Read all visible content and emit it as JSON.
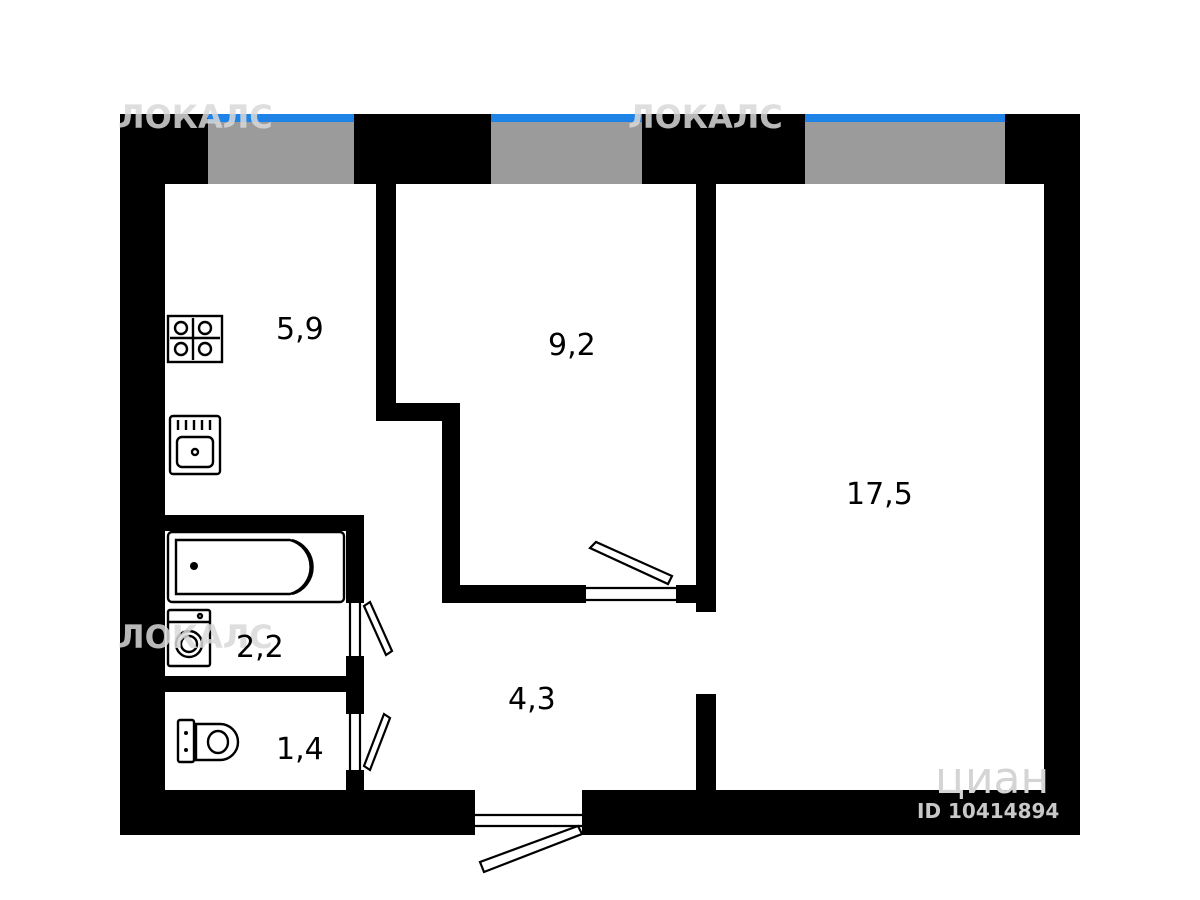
{
  "rooms": {
    "kitchen": {
      "area": "5,9"
    },
    "small_room": {
      "area": "9,2"
    },
    "large_room": {
      "area": "17,5"
    },
    "bathroom": {
      "area": "2,2"
    },
    "toilet": {
      "area": "1,4"
    },
    "hallway": {
      "area": "4,3"
    }
  },
  "watermarks": {
    "lokals": "ЛОКАЛС",
    "cian": "циан",
    "listing_id": "ID 10414894"
  },
  "fixtures": [
    "stove-icon",
    "sink-icon",
    "bathtub-icon",
    "washing-machine-icon",
    "toilet-icon"
  ],
  "colors": {
    "wall": "#000000",
    "window_glass": "#9b9b9b",
    "window_frame_accent": "#1e82e6",
    "background": "#ffffff"
  }
}
